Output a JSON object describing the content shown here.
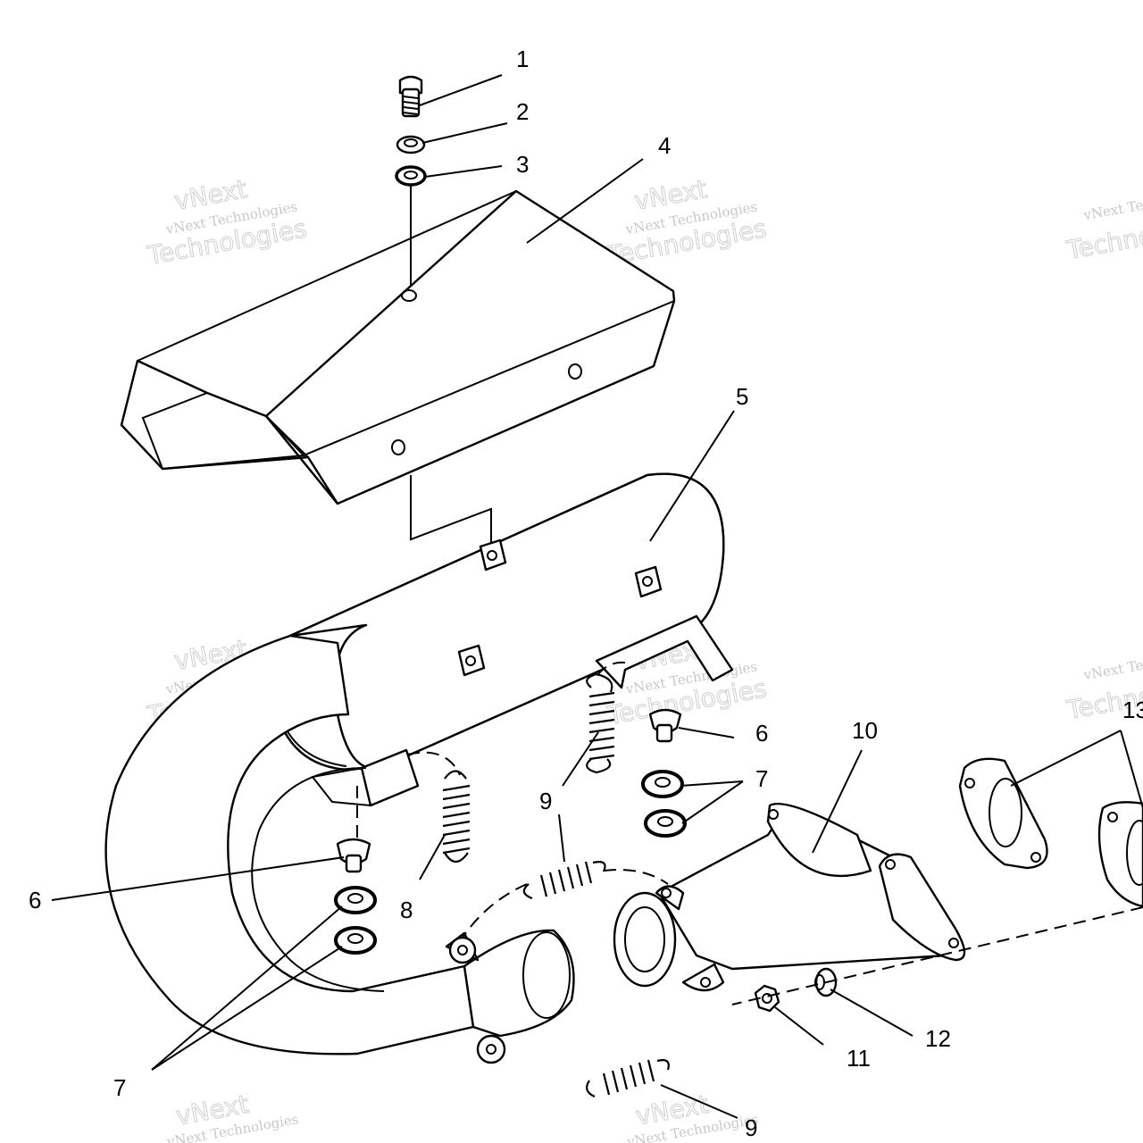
{
  "watermark": {
    "company": "vNext Technologies",
    "line1": "vNext",
    "line2": "Technologies"
  },
  "callouts": [
    {
      "id": "c1",
      "label": "1"
    },
    {
      "id": "c2",
      "label": "2"
    },
    {
      "id": "c3",
      "label": "3"
    },
    {
      "id": "c4",
      "label": "4"
    },
    {
      "id": "c5",
      "label": "5"
    },
    {
      "id": "c6a",
      "label": "6"
    },
    {
      "id": "c6b",
      "label": "6"
    },
    {
      "id": "c7a",
      "label": "7"
    },
    {
      "id": "c7b",
      "label": "7"
    },
    {
      "id": "c8",
      "label": "8"
    },
    {
      "id": "c9a",
      "label": "9"
    },
    {
      "id": "c9b",
      "label": "9"
    },
    {
      "id": "c10",
      "label": "10"
    },
    {
      "id": "c11",
      "label": "11"
    },
    {
      "id": "c12",
      "label": "12"
    },
    {
      "id": "c13",
      "label": "13"
    }
  ],
  "colors": {
    "line": "#000000",
    "background": "#ffffff",
    "watermark": "#c8c8c8"
  }
}
